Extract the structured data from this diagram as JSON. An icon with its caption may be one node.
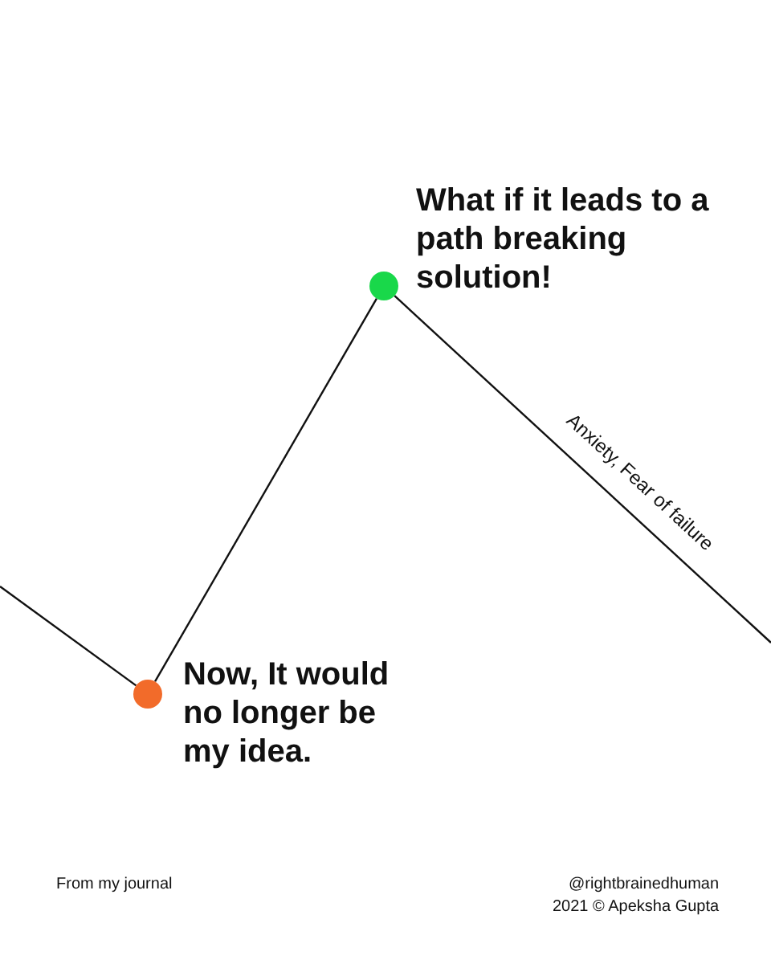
{
  "diagram": {
    "nodes": [
      {
        "text": [],
        "shape": "circle",
        "beside": [
          "Now, It would no longer be my idea."
        ]
      },
      {
        "text": [],
        "shape": "circle",
        "beside": [
          "What if it leads to a path breaking solution!"
        ]
      }
    ],
    "edges": [
      {
        "from": null,
        "to": 0,
        "arrow": "none"
      },
      {
        "from": 0,
        "to": 1,
        "arrow": "none"
      },
      {
        "from": 1,
        "to": null,
        "arrow": "none",
        "label": "Anxiety, Fear of failure"
      }
    ],
    "labels": [
      "From my journal",
      "@rightbrainedhuman",
      "2021 © Apeksha Gupta"
    ]
  }
}
